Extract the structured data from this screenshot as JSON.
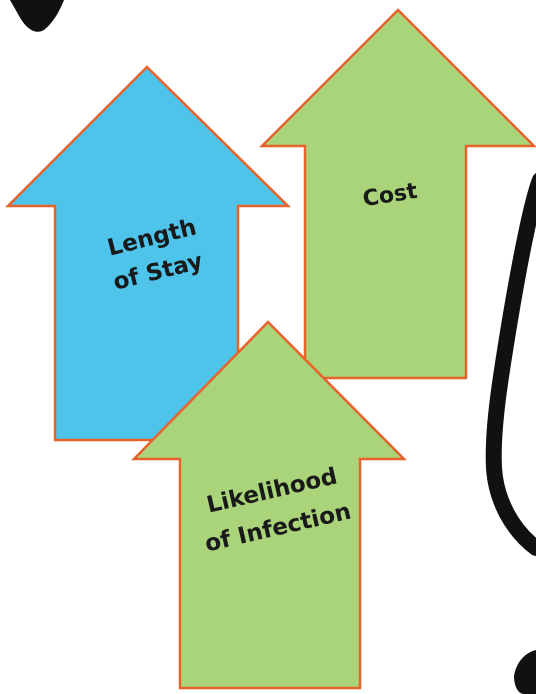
{
  "arrows": {
    "cost": {
      "label": "Cost",
      "fill": "#aad47a",
      "stroke": "#e8622c"
    },
    "length_of_stay": {
      "label_line1": "Length",
      "label_line2": "of Stay",
      "fill": "#4ec4ea",
      "stroke": "#e8622c"
    },
    "likelihood_of_infection": {
      "label_line1": "Likelihood",
      "label_line2": "of Infection",
      "fill": "#aad47a",
      "stroke": "#e8622c"
    }
  },
  "decorations": {
    "outline_color": "#111111"
  }
}
